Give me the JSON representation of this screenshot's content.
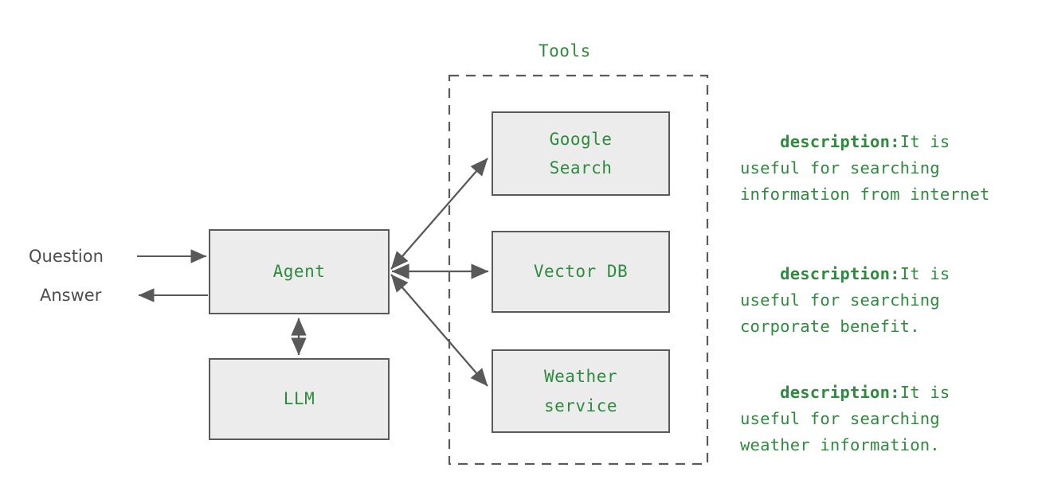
{
  "diagram": {
    "title": "Agent with Tools architecture diagram",
    "colors": {
      "node_fill": "#ececec",
      "node_border": "#5a5a5a",
      "node_text": "#2e8b3d",
      "edge": "#595959",
      "io_text": "#4d4d4d",
      "background": "#ffffff"
    }
  },
  "nodes": {
    "agent": {
      "label": "Agent"
    },
    "llm": {
      "label": "LLM"
    },
    "google_search": {
      "label": "Google\nSearch"
    },
    "vector_db": {
      "label": "Vector DB"
    },
    "weather_service": {
      "label": "Weather\nservice"
    }
  },
  "group": {
    "tools_label": "Tools"
  },
  "io": {
    "question_label": "Question",
    "answer_label": "Answer"
  },
  "descriptions": [
    {
      "key_label": "description:",
      "text": "It is useful for searching information from internet"
    },
    {
      "key_label": "description:",
      "text": "It is useful for searching corporate benefit."
    },
    {
      "key_label": "description:",
      "text": "It is useful for searching weather information."
    }
  ]
}
